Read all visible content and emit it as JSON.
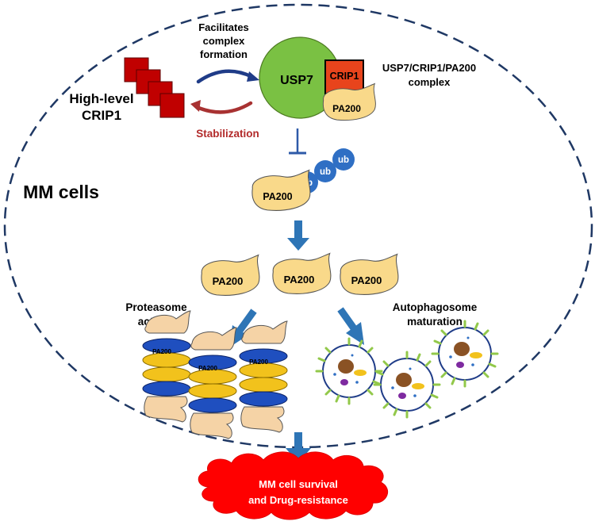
{
  "labels": {
    "high_level": "High-level",
    "crip1_line": "CRIP1",
    "facilitates_1": "Facilitates",
    "facilitates_2": "complex",
    "facilitates_3": "formation",
    "stabilization": "Stabilization",
    "usp7": "USP7",
    "crip1_box": "CRIP1",
    "pa200": "PA200",
    "complex_1": "USP7/CRIP1/PA200",
    "complex_2": "complex",
    "mm_cells": "MM cells",
    "ub": "ub",
    "proteasome_1": "Proteasome",
    "proteasome_2": "activity",
    "autophagosome_1": "Autophagosome",
    "autophagosome_2": "maturation",
    "survival_1": "MM cell survival",
    "survival_2": "and Drug-resistance"
  },
  "colors": {
    "dashed_border": "#1f3864",
    "crip1_square": "#c00000",
    "usp7_green": "#7ac143",
    "crip1_orange": "#e8441c",
    "pa200_fill": "#f9d98a",
    "ub_blue": "#2f6fc4",
    "arrow_blue": "#2e75b6",
    "stabilization_red": "#b22a2a",
    "survival_red": "#ff0000",
    "proteasome_blue": "#1f4fbf",
    "proteasome_yellow": "#f2c21c",
    "autophagosome_green": "#92c84a"
  }
}
